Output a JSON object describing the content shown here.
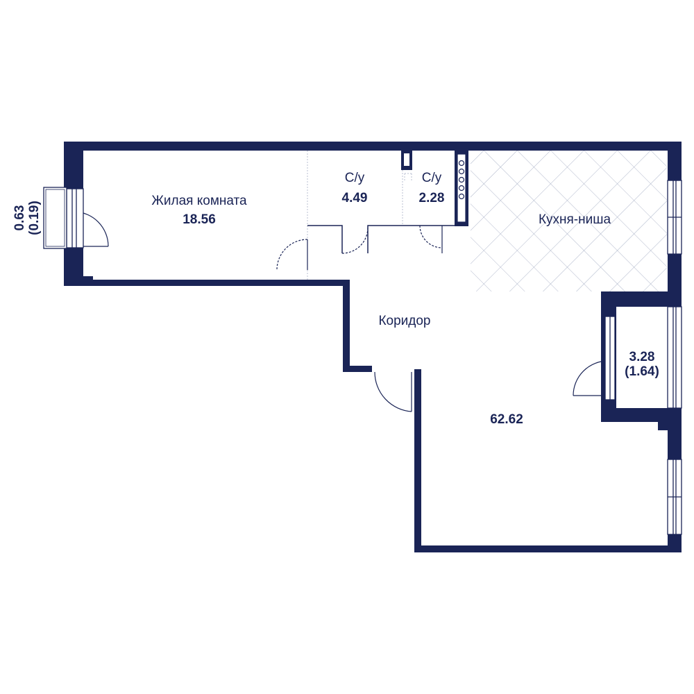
{
  "colors": {
    "wall": "#1a2456",
    "line": "#1a2456",
    "window": "#dde2ee",
    "background": "#ffffff"
  },
  "rooms": {
    "living": {
      "name": "Жилая комната",
      "area": "18.56"
    },
    "bath1": {
      "name": "С/у",
      "area": "4.49"
    },
    "bath2": {
      "name": "С/у",
      "area": "2.28"
    },
    "kitchen": {
      "name": "Кухня-ниша"
    },
    "corridor": {
      "name": "Коридор"
    },
    "total": {
      "area": "62.62"
    },
    "balcony_left": {
      "area": "0.63",
      "reduced": "(0.19)"
    },
    "balcony_right": {
      "area": "3.28",
      "reduced": "(1.64)"
    }
  }
}
